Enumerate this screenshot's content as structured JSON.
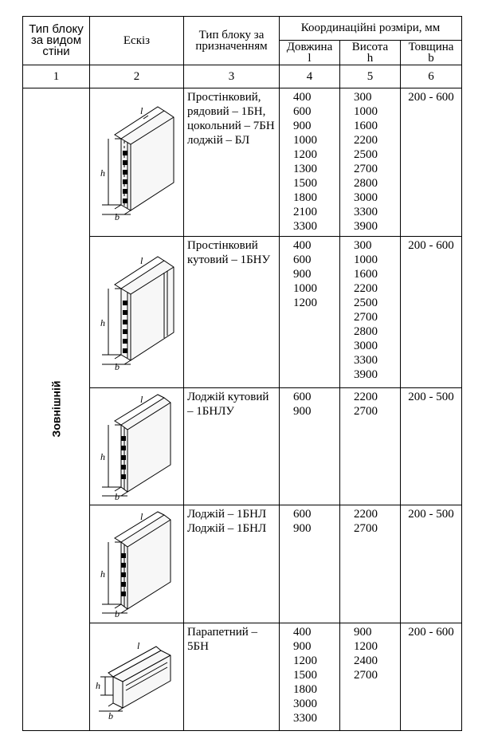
{
  "header": {
    "col1": "Тип блоку за видом стіни",
    "col2": "Ескіз",
    "col3": "Тип блоку за призначенням",
    "group": "Координаційні розміри, мм",
    "len": "Довжина",
    "len_sym": "l",
    "hgt": "Висота",
    "hgt_sym": "h",
    "thk": "Товщина",
    "thk_sym": "b"
  },
  "numbers": [
    "1",
    "2",
    "3",
    "4",
    "5",
    "6"
  ],
  "side_label": "Зовнішній",
  "sketch_labels": {
    "l": "l",
    "h": "h",
    "b": "b"
  },
  "rows": [
    {
      "type": "Простінковий, рядовий – 1БН, цокольний – 7БН лоджій – БЛ",
      "lengths": [
        "400",
        "600",
        "900",
        "1000",
        "1200",
        "1300",
        "1500",
        "1800",
        "2100",
        "3300"
      ],
      "heights": [
        "300",
        "1000",
        "1600",
        "2200",
        "2500",
        "2700",
        "2800",
        "3000",
        "3300",
        "3900"
      ],
      "thickness": "200 - 600"
    },
    {
      "type": "Простінковий кутовий – 1БНУ",
      "lengths": [
        "400",
        "600",
        "900",
        "1000",
        "1200"
      ],
      "heights": [
        "300",
        "1000",
        "1600",
        "2200",
        "2500",
        "2700",
        "2800",
        "3000",
        "3300",
        "3900"
      ],
      "thickness": "200 - 600"
    },
    {
      "type": "Лоджій кутовий – 1БНЛУ",
      "lengths": [
        "600",
        "900"
      ],
      "heights": [
        "2200",
        "2700"
      ],
      "thickness": "200 - 500"
    },
    {
      "type": "Лоджій – 1БНЛ Лоджій – 1БНЛ",
      "lengths": [
        "600",
        "900"
      ],
      "heights": [
        "2200",
        "2700"
      ],
      "thickness": "200 - 500"
    },
    {
      "type": "Парапетний – 5БН",
      "lengths": [
        "400",
        "900",
        "1200",
        "1500",
        "1800",
        "3000",
        "3300"
      ],
      "heights": [
        "900",
        "1200",
        "2400",
        "2700"
      ],
      "thickness": "200 - 600"
    }
  ]
}
